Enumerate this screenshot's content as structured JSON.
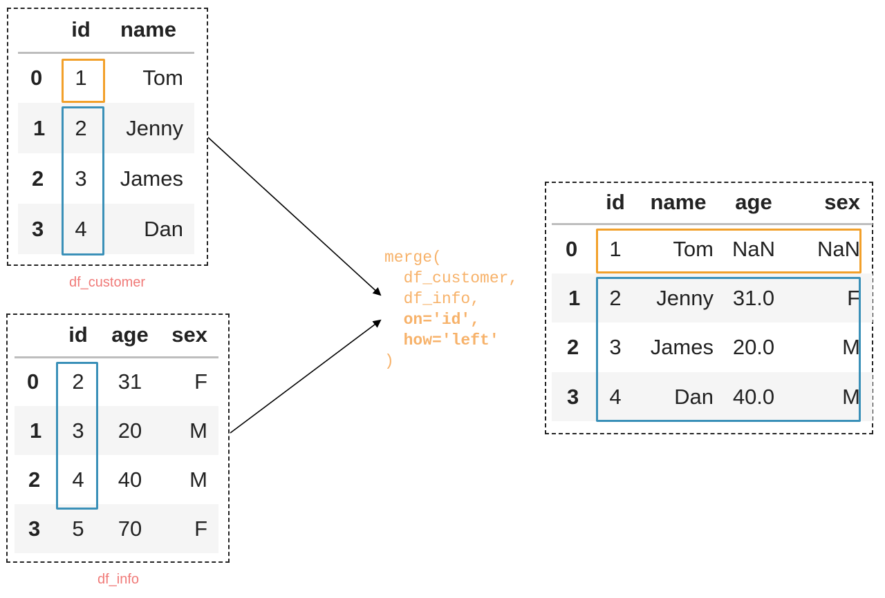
{
  "df_customer": {
    "caption": "df_customer",
    "columns": [
      "id",
      "name"
    ],
    "rows": [
      {
        "index": "0",
        "cells": [
          "1",
          "Tom"
        ]
      },
      {
        "index": "1",
        "cells": [
          "2",
          "Jenny"
        ]
      },
      {
        "index": "2",
        "cells": [
          "3",
          "James"
        ]
      },
      {
        "index": "3",
        "cells": [
          "4",
          "Dan"
        ]
      }
    ]
  },
  "df_info": {
    "caption": "df_info",
    "columns": [
      "id",
      "age",
      "sex"
    ],
    "rows": [
      {
        "index": "0",
        "cells": [
          "2",
          "31",
          "F"
        ]
      },
      {
        "index": "1",
        "cells": [
          "3",
          "20",
          "M"
        ]
      },
      {
        "index": "2",
        "cells": [
          "4",
          "40",
          "M"
        ]
      },
      {
        "index": "3",
        "cells": [
          "5",
          "70",
          "F"
        ]
      }
    ]
  },
  "merge_code": {
    "line1": "merge(",
    "line2": "  df_customer,",
    "line3": "  df_info,",
    "line4": "  on='id',",
    "line5": "  how='left'",
    "line6": ")"
  },
  "result": {
    "columns": [
      "id",
      "name",
      "age",
      "sex"
    ],
    "rows": [
      {
        "index": "0",
        "cells": [
          "1",
          "Tom",
          "NaN",
          "NaN"
        ]
      },
      {
        "index": "1",
        "cells": [
          "2",
          "Jenny",
          "31.0",
          "F"
        ]
      },
      {
        "index": "2",
        "cells": [
          "3",
          "James",
          "20.0",
          "M"
        ]
      },
      {
        "index": "3",
        "cells": [
          "4",
          "Dan",
          "40.0",
          "M"
        ]
      }
    ]
  },
  "colors": {
    "unmatched_highlight": "#f2a02a",
    "matched_highlight": "#3a90b8",
    "code_text": "#f7b26a",
    "caption_text": "#f07a78"
  }
}
